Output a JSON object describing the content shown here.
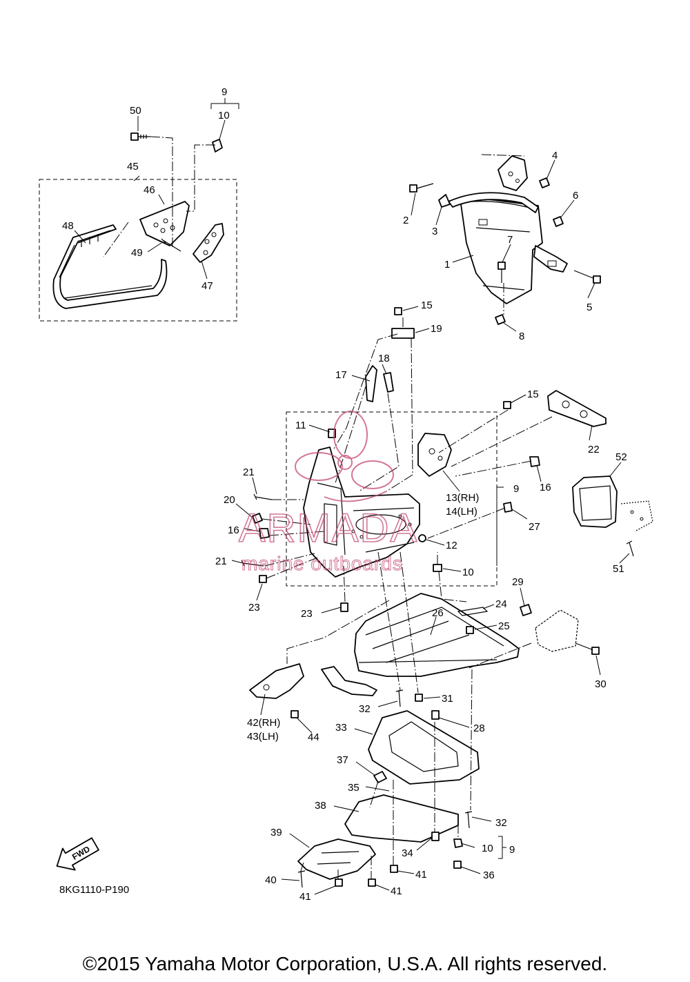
{
  "diagram": {
    "code": "8KG1110-P190",
    "copyright": "©2015 Yamaha Motor Corporation, U.S.A. All rights reserved.",
    "fwd_arrow_label": "FWD",
    "watermark": {
      "brand": "ARMADA",
      "tagline": "marine outboards"
    },
    "callouts": [
      {
        "id": "c50",
        "text": "50"
      },
      {
        "id": "c9a",
        "text": "9"
      },
      {
        "id": "c10a",
        "text": "10"
      },
      {
        "id": "c45",
        "text": "45"
      },
      {
        "id": "c46",
        "text": "46"
      },
      {
        "id": "c48",
        "text": "48"
      },
      {
        "id": "c49",
        "text": "49"
      },
      {
        "id": "c47",
        "text": "47"
      },
      {
        "id": "c4",
        "text": "4"
      },
      {
        "id": "c2",
        "text": "2"
      },
      {
        "id": "c3",
        "text": "3"
      },
      {
        "id": "c6",
        "text": "6"
      },
      {
        "id": "c7",
        "text": "7"
      },
      {
        "id": "c1",
        "text": "1"
      },
      {
        "id": "c5",
        "text": "5"
      },
      {
        "id": "c8",
        "text": "8"
      },
      {
        "id": "c15a",
        "text": "15"
      },
      {
        "id": "c19",
        "text": "19"
      },
      {
        "id": "c18",
        "text": "18"
      },
      {
        "id": "c17",
        "text": "17"
      },
      {
        "id": "c15b",
        "text": "15"
      },
      {
        "id": "c11",
        "text": "11"
      },
      {
        "id": "c22",
        "text": "22"
      },
      {
        "id": "c52",
        "text": "52"
      },
      {
        "id": "c21a",
        "text": "21"
      },
      {
        "id": "c20",
        "text": "20"
      },
      {
        "id": "c16a",
        "text": "16"
      },
      {
        "id": "c16b",
        "text": "16"
      },
      {
        "id": "c13",
        "text": "13(RH)"
      },
      {
        "id": "c14",
        "text": "14(LH)"
      },
      {
        "id": "c9b",
        "text": "9"
      },
      {
        "id": "c27",
        "text": "27"
      },
      {
        "id": "c12",
        "text": "12"
      },
      {
        "id": "c21b",
        "text": "21"
      },
      {
        "id": "c10b",
        "text": "10"
      },
      {
        "id": "c51",
        "text": "51"
      },
      {
        "id": "c23a",
        "text": "23"
      },
      {
        "id": "c23b",
        "text": "23"
      },
      {
        "id": "c29",
        "text": "29"
      },
      {
        "id": "c24",
        "text": "24"
      },
      {
        "id": "c26",
        "text": "26"
      },
      {
        "id": "c25",
        "text": "25"
      },
      {
        "id": "c30",
        "text": "30"
      },
      {
        "id": "c32a",
        "text": "32"
      },
      {
        "id": "c31",
        "text": "31"
      },
      {
        "id": "c42",
        "text": "42(RH)"
      },
      {
        "id": "c43",
        "text": "43(LH)"
      },
      {
        "id": "c44",
        "text": "44"
      },
      {
        "id": "c33",
        "text": "33"
      },
      {
        "id": "c28",
        "text": "28"
      },
      {
        "id": "c37",
        "text": "37"
      },
      {
        "id": "c35",
        "text": "35"
      },
      {
        "id": "c38",
        "text": "38"
      },
      {
        "id": "c32b",
        "text": "32"
      },
      {
        "id": "c39",
        "text": "39"
      },
      {
        "id": "c10c",
        "text": "10"
      },
      {
        "id": "c9c",
        "text": "9"
      },
      {
        "id": "c34",
        "text": "34"
      },
      {
        "id": "c41a",
        "text": "41"
      },
      {
        "id": "c36",
        "text": "36"
      },
      {
        "id": "c40",
        "text": "40"
      },
      {
        "id": "c41b",
        "text": "41"
      },
      {
        "id": "c41c",
        "text": "41"
      }
    ]
  }
}
